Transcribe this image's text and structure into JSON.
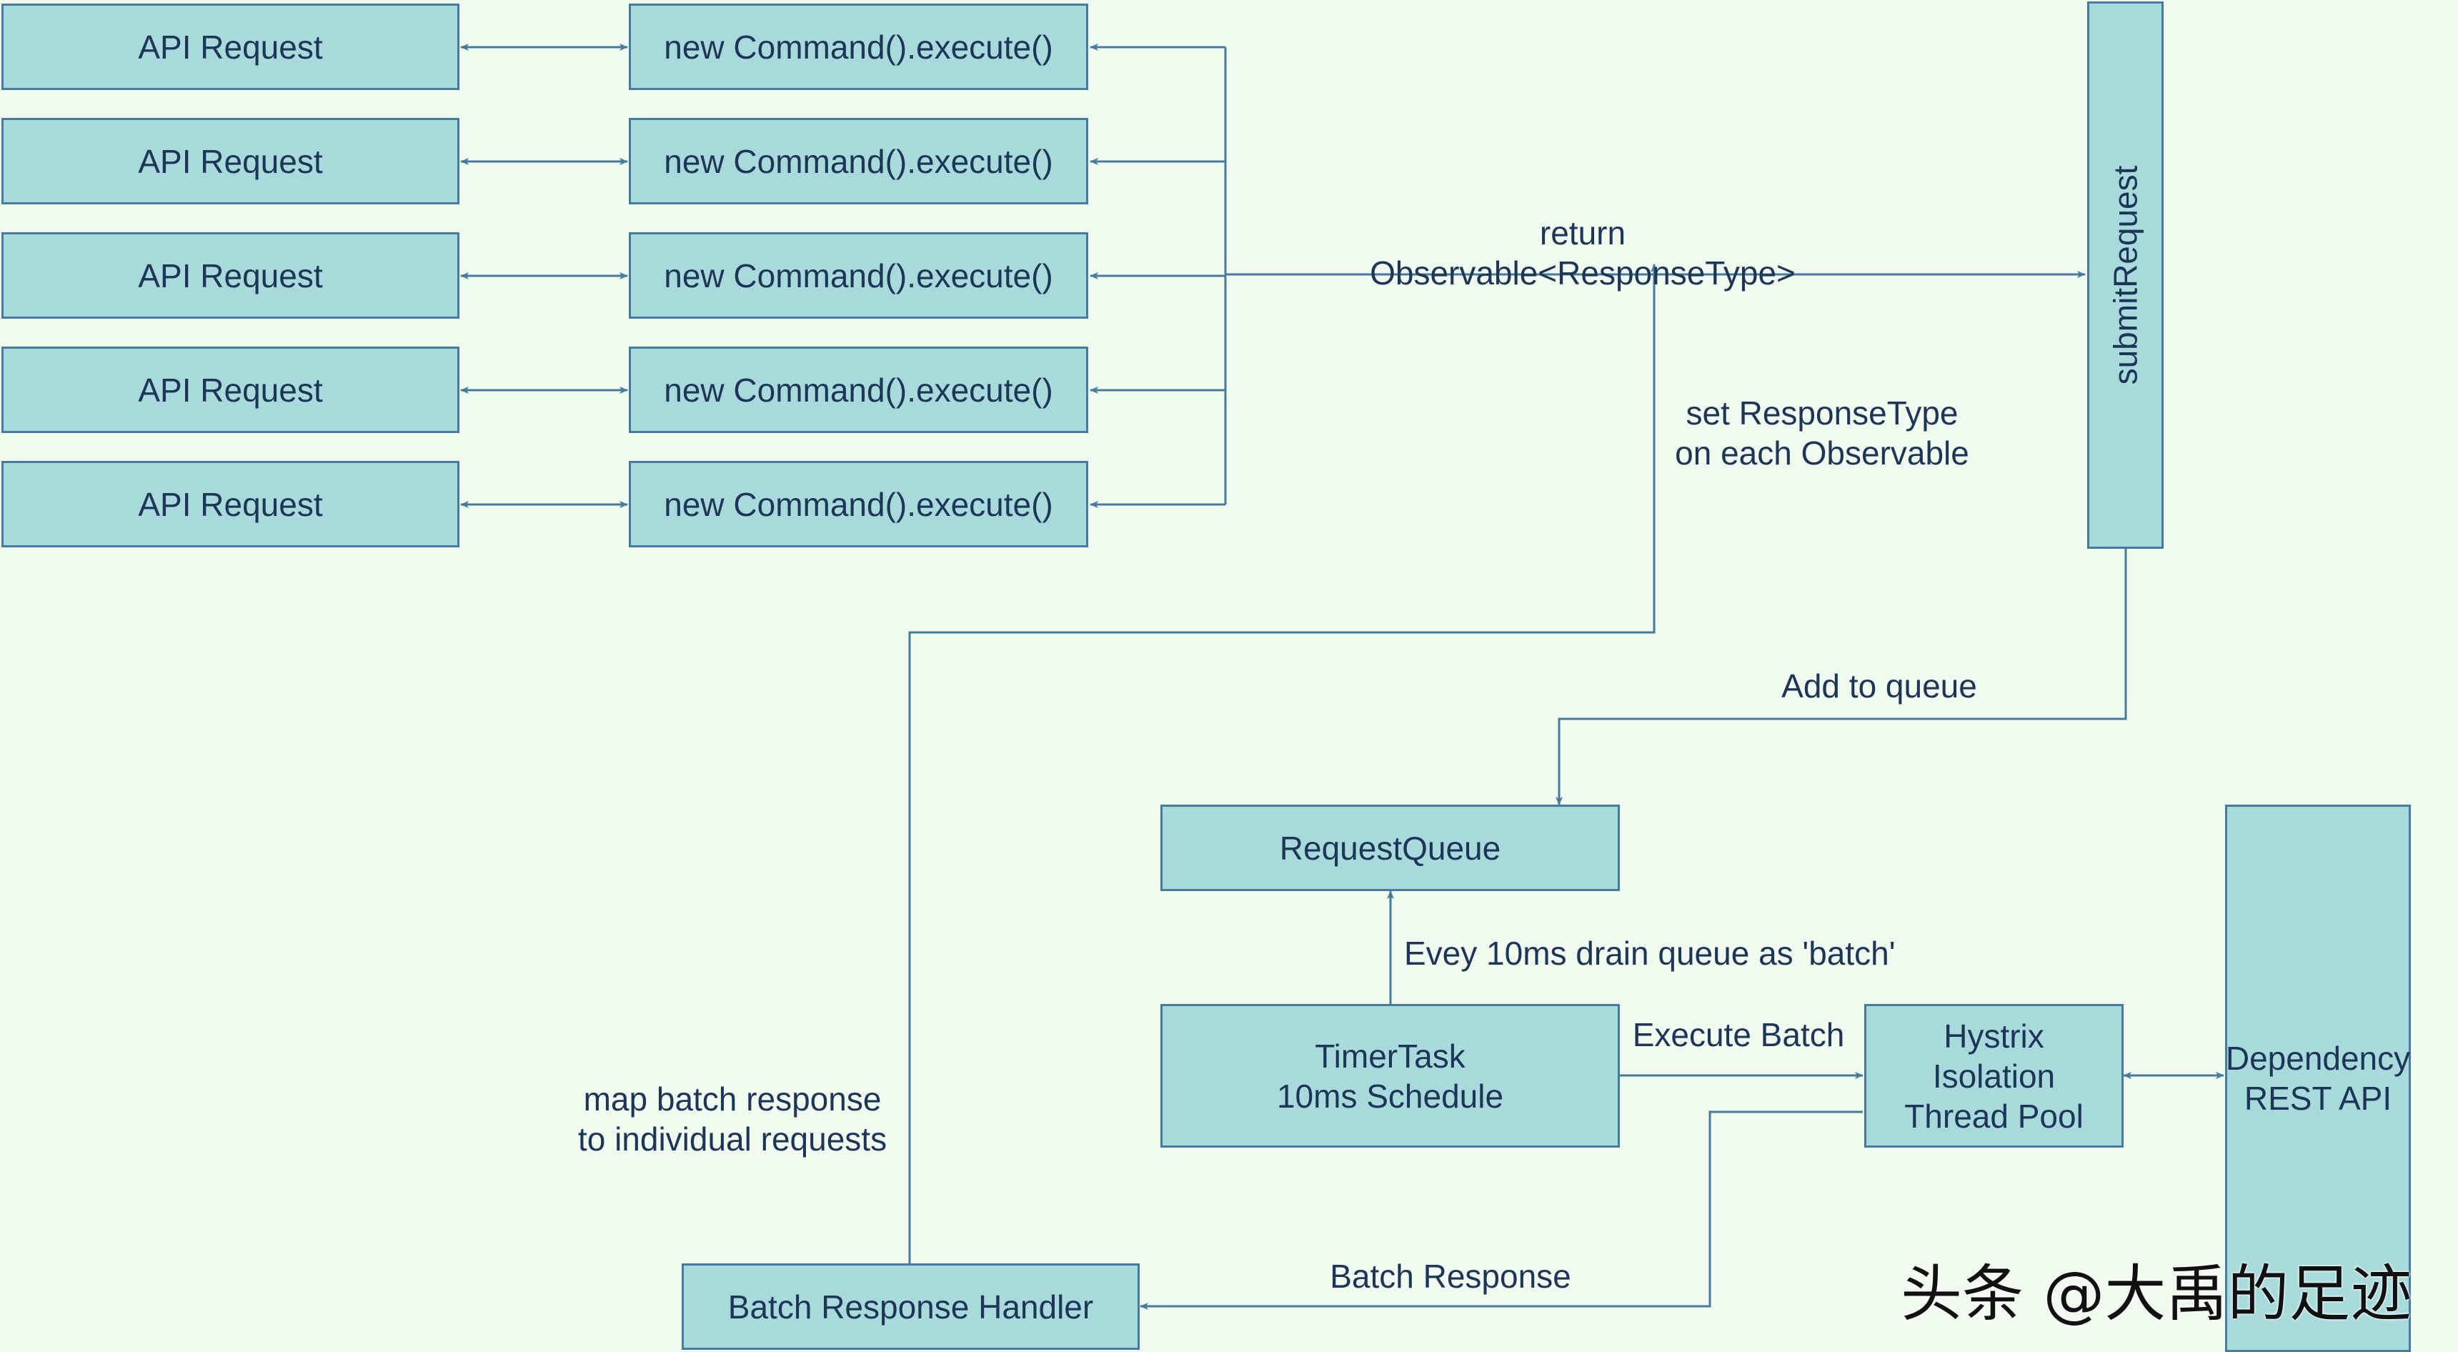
{
  "colors": {
    "background": "#F1FAEE",
    "box_fill": "#A8DADC",
    "box_stroke": "#457B9D",
    "text": "#1D3557"
  },
  "requests": [
    {
      "api": "API Request",
      "command": "new Command().execute()"
    },
    {
      "api": "API Request",
      "command": "new Command().execute()"
    },
    {
      "api": "API Request",
      "command": "new Command().execute()"
    },
    {
      "api": "API Request",
      "command": "new Command().execute()"
    },
    {
      "api": "API Request",
      "command": "new Command().execute()"
    }
  ],
  "nodes": {
    "submit_request": "submitRequest",
    "request_queue": "RequestQueue",
    "timer_task": "TimerTask\n10ms Schedule",
    "thread_pool": "Hystrix\nIsolation\nThread Pool",
    "dependency": "Dependency\nREST API",
    "batch_handler": "Batch Response Handler"
  },
  "edge_labels": {
    "return_observable": "return Observable<ResponseType>",
    "set_response_type": "set ResponseType\non each Observable",
    "add_to_queue": "Add to queue",
    "drain_queue": "Evey 10ms drain queue as 'batch'",
    "execute_batch": "Execute Batch",
    "map_batch": "map batch response\nto individual requests",
    "batch_response": "Batch Response"
  },
  "watermark": "头条 @大禹的足迹"
}
